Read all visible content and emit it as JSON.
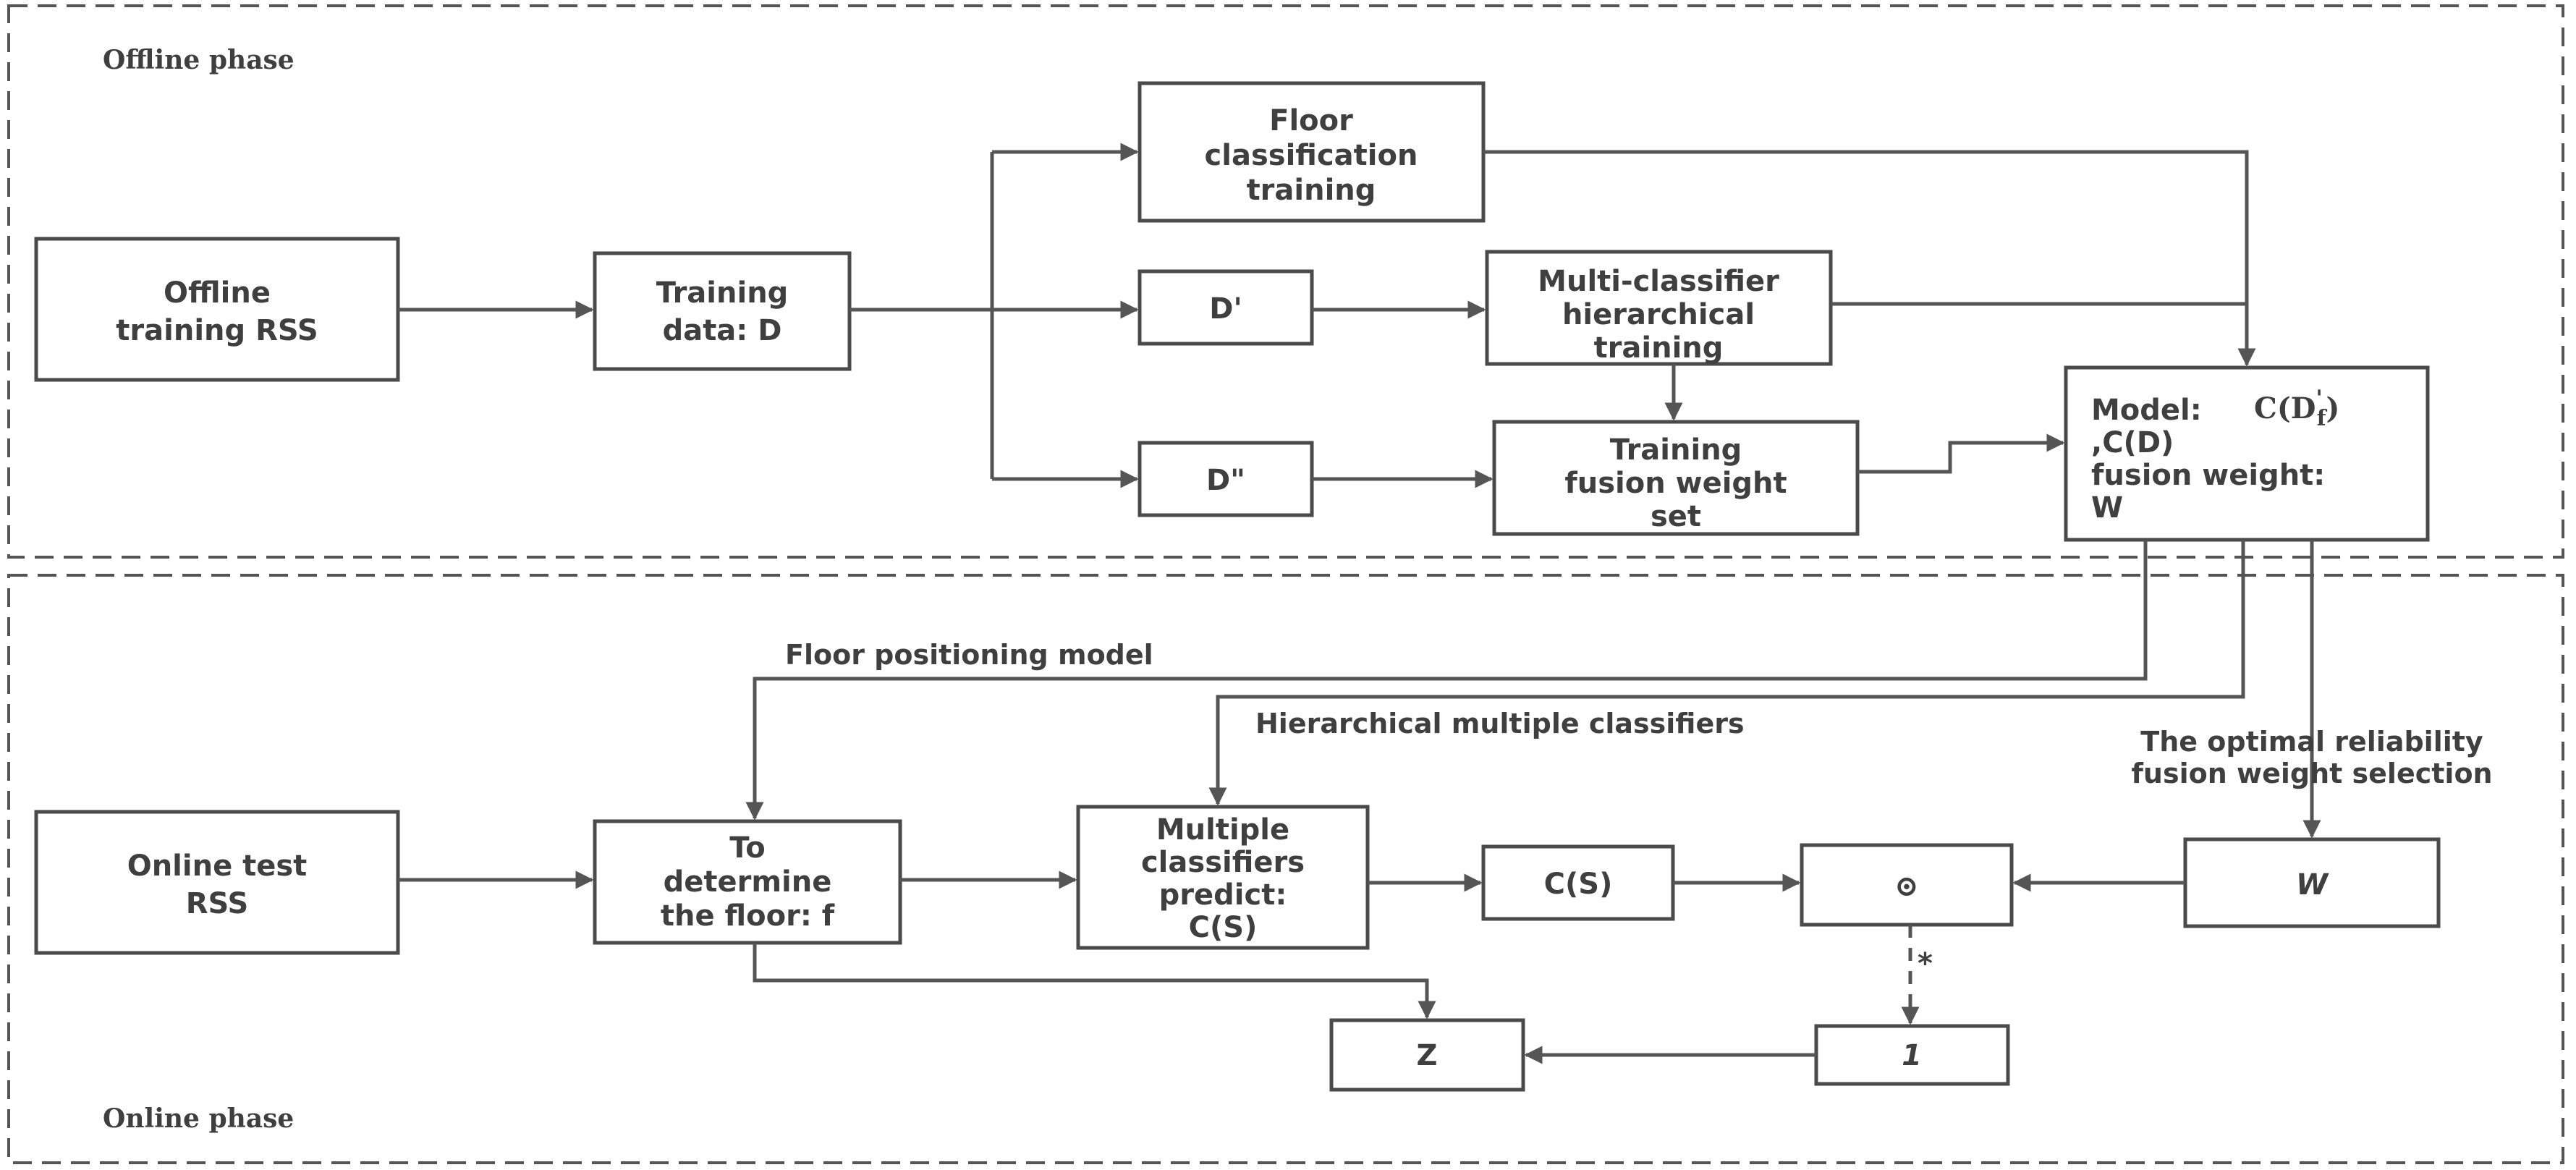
{
  "phases": {
    "offline": "Offline phase",
    "online": "Online phase"
  },
  "offline": {
    "rss": [
      "Offline",
      "training RSS"
    ],
    "training_data": [
      "Training",
      "data: D"
    ],
    "floor_training": [
      "Floor",
      "classification",
      "training"
    ],
    "d_prime": "D'",
    "d_double_prime": "D\"",
    "multi_hier": [
      "Multi-classifier",
      "hierarchical",
      "training"
    ],
    "fusion_training": [
      "Training",
      "fusion weight",
      "set"
    ],
    "model": {
      "prefix": "Model:",
      "cf_base": "C(D",
      "cf_sub": "f",
      "cf_sup": "'",
      "cf_close": ")",
      "line2": ",C(D)",
      "line3": "fusion weight:",
      "line4": "W"
    }
  },
  "online": {
    "rss": [
      "Online test",
      "RSS"
    ],
    "determine": [
      "To",
      "determine",
      "the floor:  f"
    ],
    "predict": [
      "Multiple",
      "classifiers",
      "predict:",
      "C(S)"
    ],
    "cs": "C(S)",
    "odot": "⊙",
    "w": "W",
    "z": "Z",
    "one": "1",
    "star": "*"
  },
  "edge_labels": {
    "floor_model": "Floor positioning model",
    "hier_classifiers": "Hierarchical multiple classifiers",
    "optimal_line1": "The optimal reliability",
    "optimal_line2": "fusion weight selection"
  }
}
